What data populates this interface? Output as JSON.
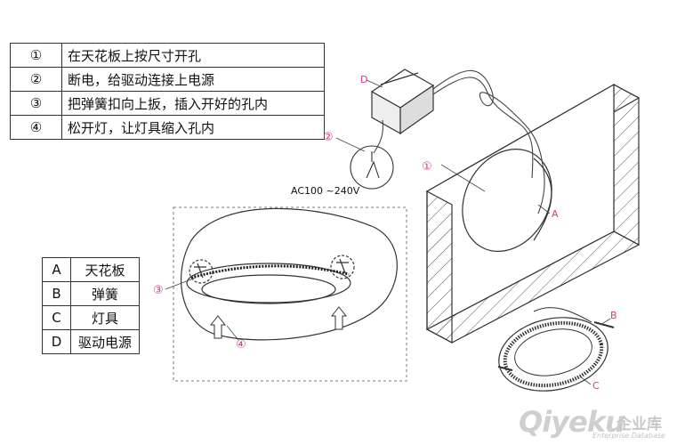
{
  "steps": [
    {
      "num": "①",
      "text": "在天花板上按尺寸开孔"
    },
    {
      "num": "②",
      "text": "断电，给驱动连接上电源"
    },
    {
      "num": "③",
      "text": "把弹簧扣向上扳，插入开好的孔内"
    },
    {
      "num": "④",
      "text": "松开灯，让灯具缩入孔内"
    }
  ],
  "legend": [
    {
      "key": "A",
      "value": "天花板"
    },
    {
      "key": "B",
      "value": "弹簧"
    },
    {
      "key": "C",
      "value": "灯具"
    },
    {
      "key": "D",
      "value": "驱动电源"
    }
  ],
  "labels": {
    "driver": "D",
    "ceiling": "A",
    "spring": "B",
    "lamp": "C",
    "step1": "①",
    "step2": "②",
    "step3": "③",
    "step4": "④",
    "voltage": "AC100 ~240V"
  },
  "watermark": {
    "main": "Qiyeku",
    "cn": "企业库",
    "sub": "Enterprise Database"
  },
  "colors": {
    "callout": "#d63a8a",
    "line": "#333333"
  }
}
